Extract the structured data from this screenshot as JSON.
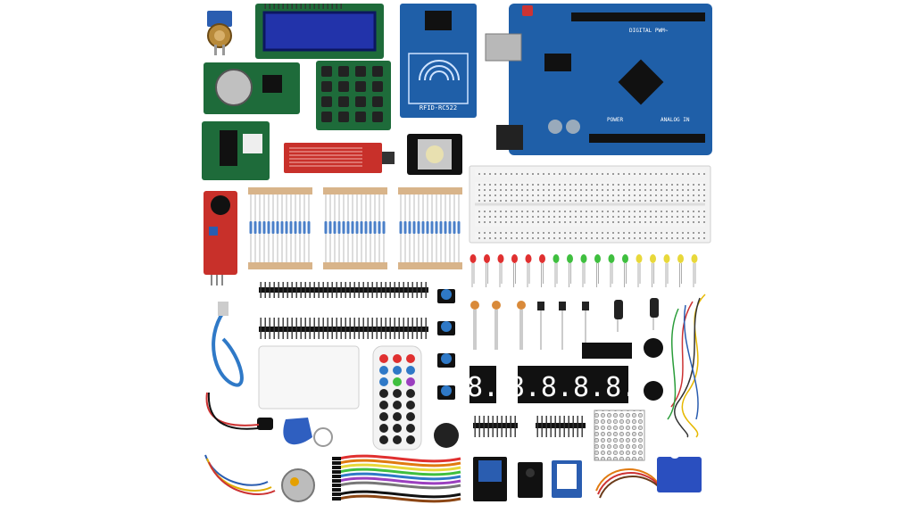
{
  "labels": {
    "rfid_module": "RFID-RC522",
    "board_header_digital": "DIGITAL PWM~",
    "board_header_analog": "ANALOG IN",
    "board_power": "POWER",
    "seg_single": "8.",
    "seg_quad": "8.8.8.8."
  },
  "colors": {
    "board": "#1f5fa8",
    "module_green": "#1e6b3a",
    "module_red": "#c8302a",
    "lcd_screen": "#2233aa",
    "breadboard": "#f2f2f2",
    "servo": "#2a4fbf"
  }
}
